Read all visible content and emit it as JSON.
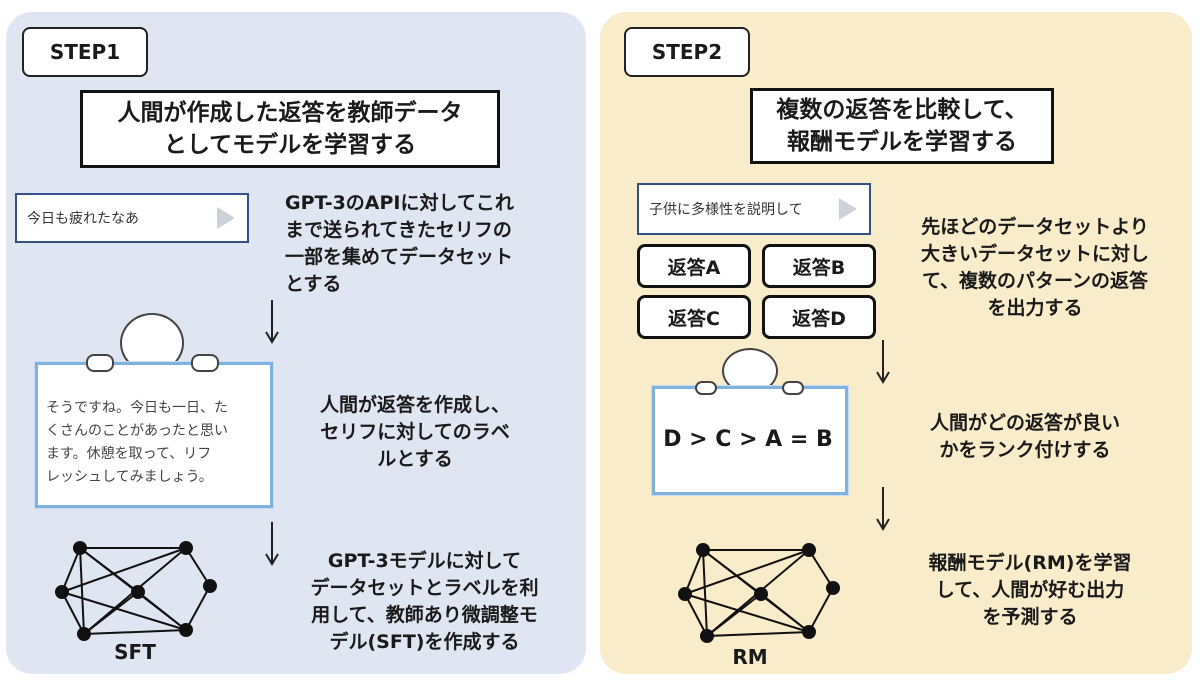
{
  "step1": {
    "label": "STEP1",
    "title": "人間が作成した返答を教師データ\nとしてモデルを学習する",
    "input_text": "今日も疲れたなあ",
    "desc1": "GPT-3のAPIに対してこれ\nまで送られてきたセリフの\n一部を集めてデータセット\nとする",
    "board_text": "そうですね。今日も一日、た\nくさんのことがあったと思い\nます。休憩を取って、リフ\nレッシュしてみましょう。",
    "desc2": "人間が返答を作成し、\nセリフに対してのラベ\nルとする",
    "desc3": "GPT-3モデルに対して\nデータセットとラベルを利\n用して、教師あり微調整モ\nデル(SFT)を作成する",
    "net_label": "SFT"
  },
  "step2": {
    "label": "STEP2",
    "title": "複数の返答を比較して、\n報酬モデルを学習する",
    "input_text": "子供に多様性を説明して",
    "responses": [
      "返答A",
      "返答B",
      "返答C",
      "返答D"
    ],
    "desc1": "先ほどのデータセットより\n大きいデータセットに対し\nて、複数のパターンの返答\nを出力する",
    "ranking": "D > C > A = B",
    "desc2": "人間がどの返答が良い\nかをランク付けする",
    "desc3": "報酬モデル(RM)を学習\nして、人間が好む出力\nを予測する",
    "net_label": "RM"
  },
  "colors": {
    "step1_bg": "#dfe6f1",
    "step2_bg": "#f8eccb",
    "input_border": "#33508a",
    "board_border": "#7fb2de"
  }
}
